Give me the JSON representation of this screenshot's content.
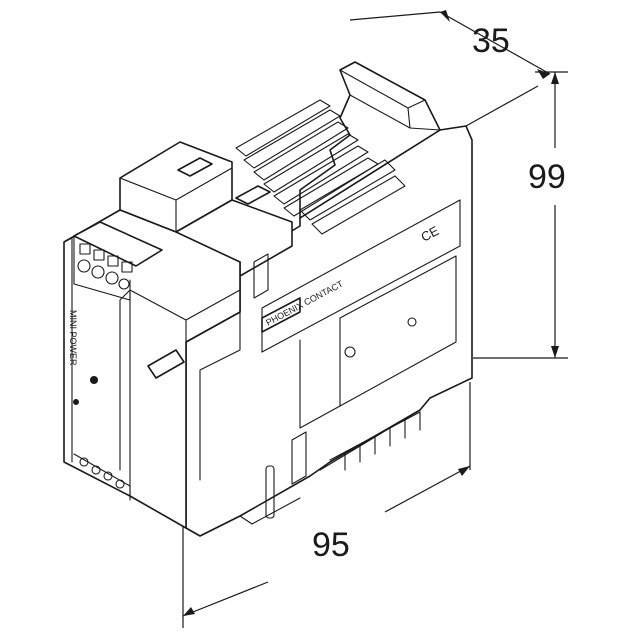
{
  "dimensions": {
    "depth": "35",
    "height": "99",
    "width": "95"
  },
  "device": {
    "side_label": "MINI POWER",
    "brand_mark": "PHOENIX CONTACT",
    "ce_mark": "CE"
  },
  "colors": {
    "line": "#1a1a1a",
    "background": "#ffffff"
  }
}
